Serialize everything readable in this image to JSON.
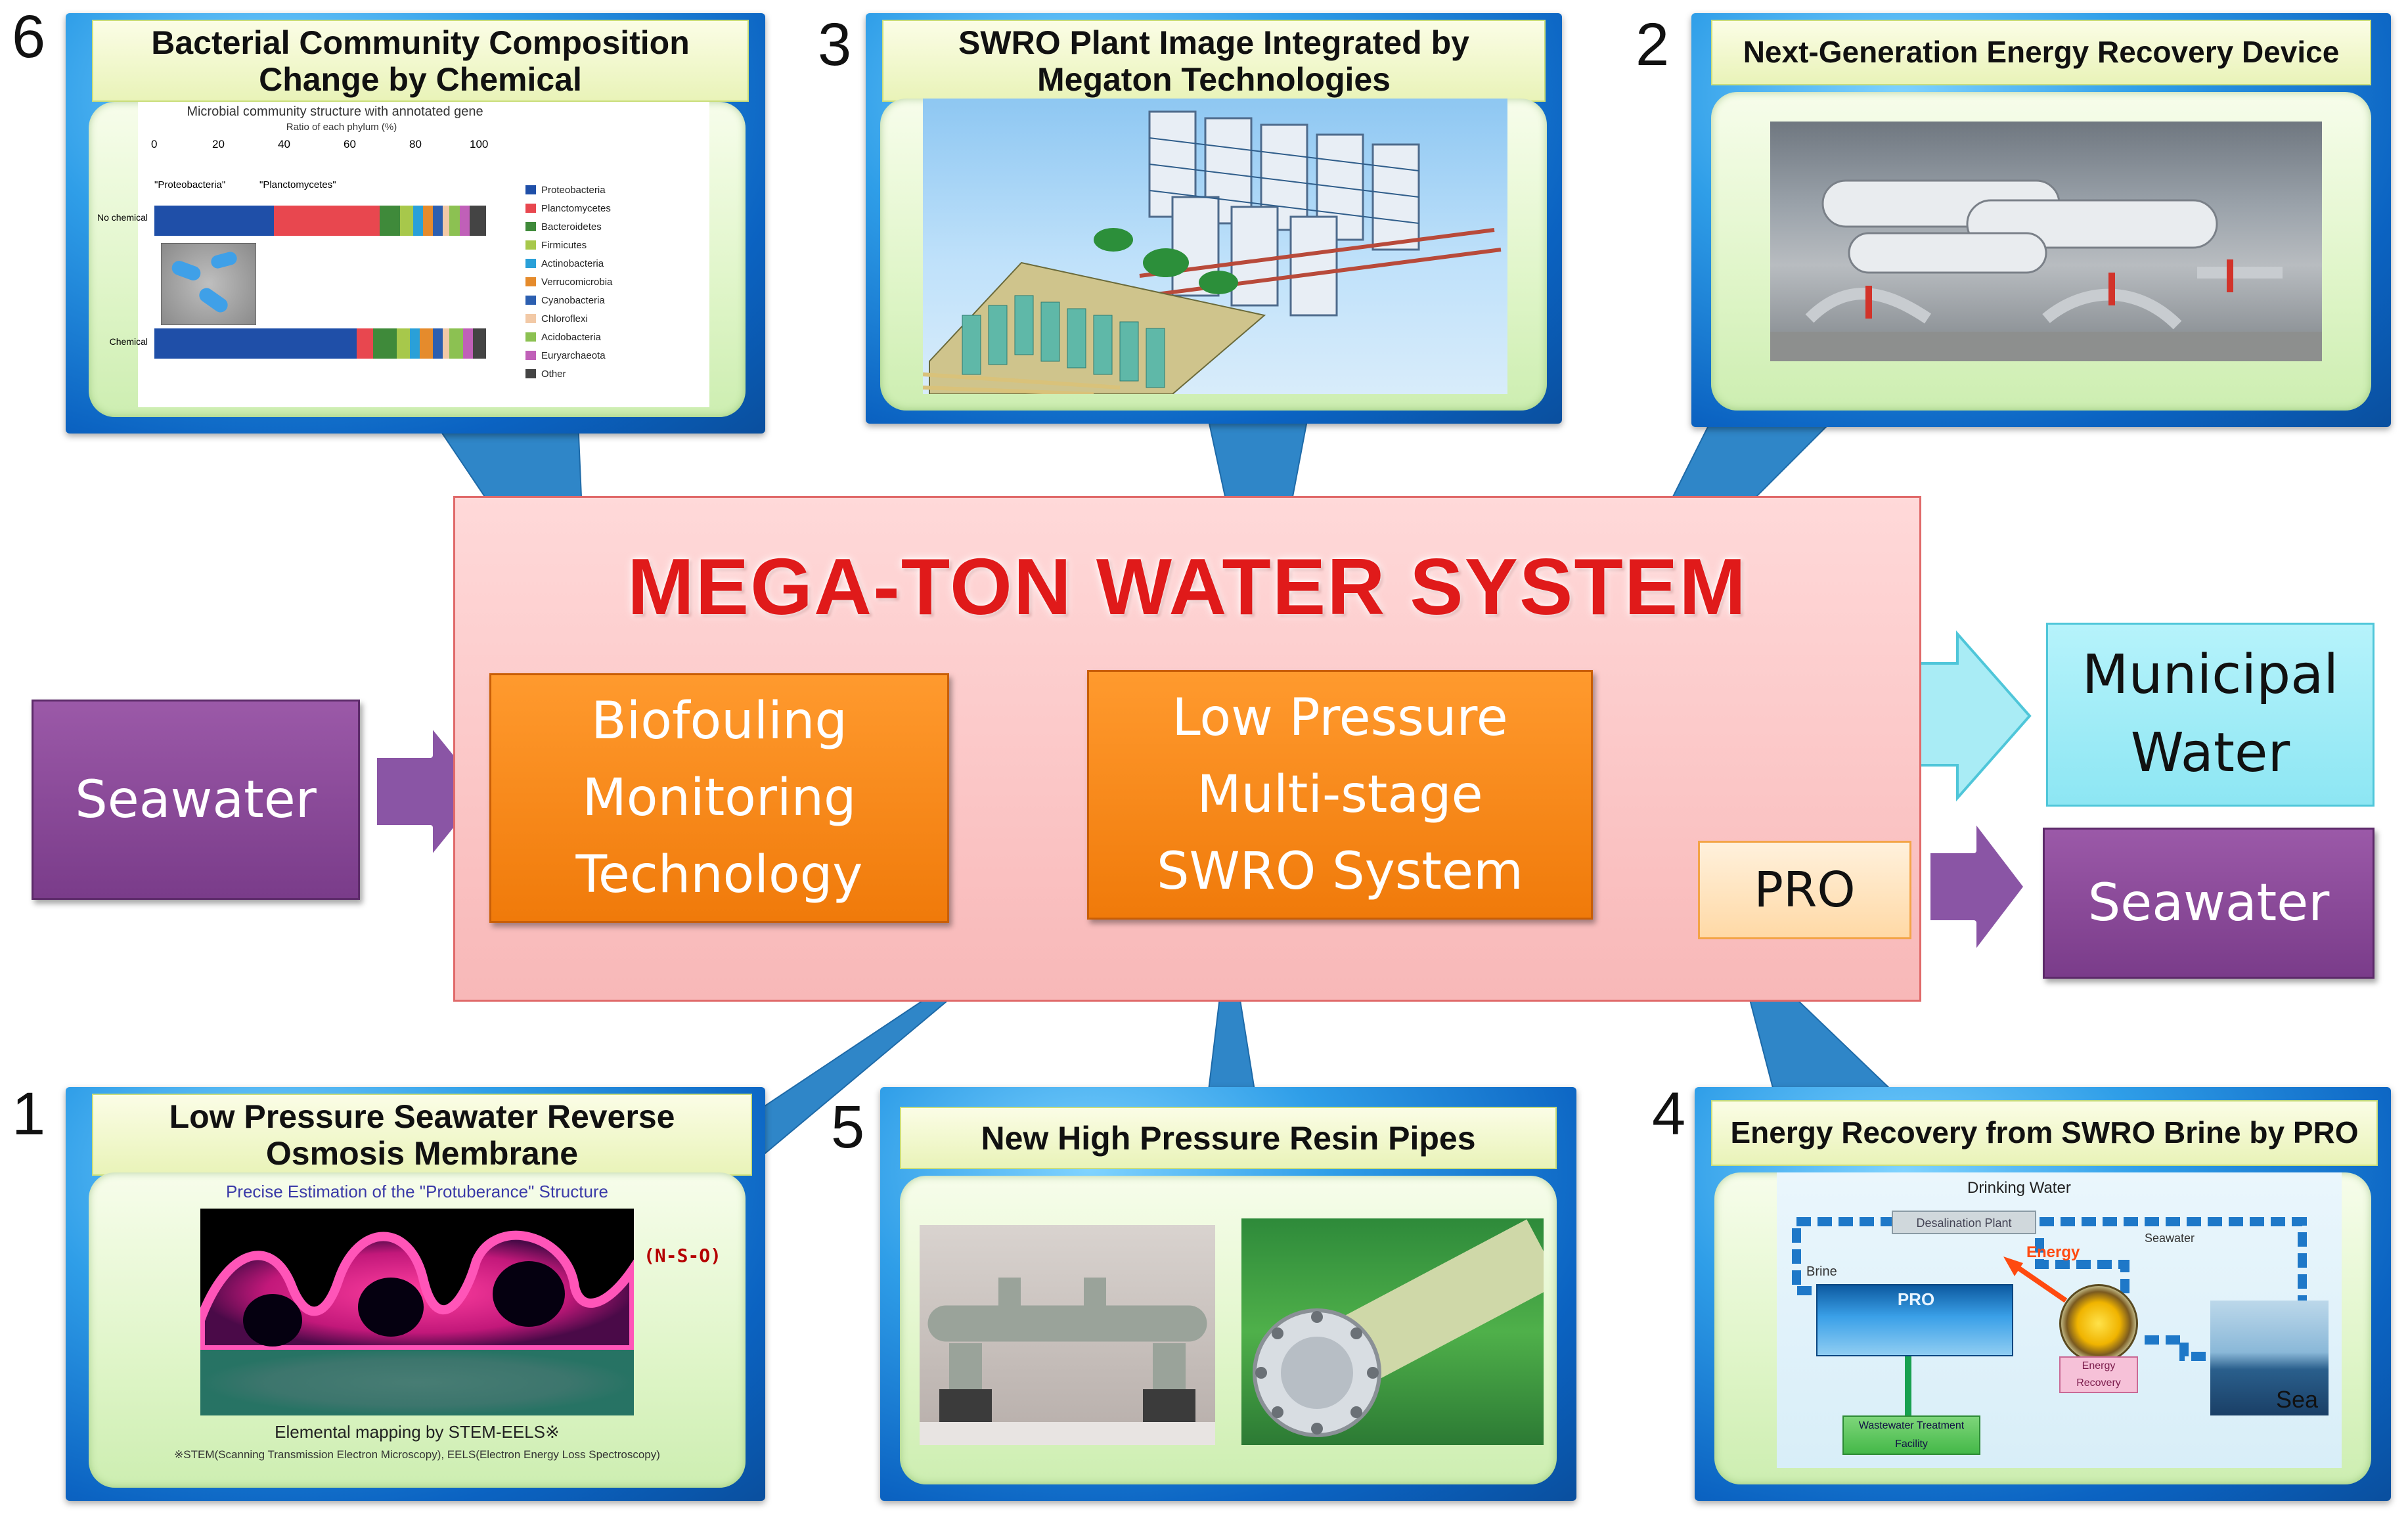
{
  "main": {
    "title": "MEGA-TON WATER SYSTEM",
    "biofouling": [
      "Biofouling",
      "Monitoring",
      "Technology"
    ],
    "swro": [
      "Low Pressure",
      "Multi-stage",
      "SWRO System"
    ],
    "pro": "PRO",
    "seawater_in": "Seawater",
    "seawater_out": "Seawater",
    "municipal": [
      "Municipal",
      "Water"
    ]
  },
  "panels": {
    "p6": {
      "num": "6",
      "title": "Bacterial Community Composition  Change by Chemical"
    },
    "p3": {
      "num": "3",
      "title": "SWRO Plant Image Integrated by Megaton Technologies"
    },
    "p2": {
      "num": "2",
      "title": "Next-Generation Energy Recovery Device"
    },
    "p1": {
      "num": "1",
      "title": "Low Pressure Seawater Reverse Osmosis Membrane"
    },
    "p5": {
      "num": "5",
      "title": "New High  Pressure Resin Pipes"
    },
    "p4": {
      "num": "4",
      "title": "Energy Recovery from SWRO Brine by PRO"
    }
  },
  "microbe_chart": {
    "heading": "Microbial community structure with annotated gene",
    "axis_label": "Ratio of each phylum (%)",
    "ticks": [
      "0",
      "20",
      "40",
      "60",
      "80",
      "100"
    ],
    "rows": [
      "No chemical",
      "Chemical"
    ],
    "callouts": [
      "\"Proteobacteria\"",
      "\"Planctomycetes\""
    ],
    "legend": [
      {
        "name": "Proteobacteria",
        "color": "#1f4fa8"
      },
      {
        "name": "Planctomycetes",
        "color": "#e8474f"
      },
      {
        "name": "Bacteroidetes",
        "color": "#3f8a3a"
      },
      {
        "name": "Firmicutes",
        "color": "#a7c84b"
      },
      {
        "name": "Actinobacteria",
        "color": "#2aa0d8"
      },
      {
        "name": "Verrucomicrobia",
        "color": "#e58b2c"
      },
      {
        "name": "Cyanobacteria",
        "color": "#2c5fb0"
      },
      {
        "name": "Chloroflexi",
        "color": "#f2c9a6"
      },
      {
        "name": "Acidobacteria",
        "color": "#8cc152"
      },
      {
        "name": "Euryarchaeota",
        "color": "#c060b8"
      },
      {
        "name": "Other",
        "color": "#444444"
      }
    ],
    "no_chemical": [
      {
        "color": "#1f4fa8",
        "v": 36
      },
      {
        "color": "#e8474f",
        "v": 32
      },
      {
        "color": "#3f8a3a",
        "v": 6
      },
      {
        "color": "#a7c84b",
        "v": 4
      },
      {
        "color": "#2aa0d8",
        "v": 3
      },
      {
        "color": "#e58b2c",
        "v": 3
      },
      {
        "color": "#2c5fb0",
        "v": 3
      },
      {
        "color": "#f2c9a6",
        "v": 2
      },
      {
        "color": "#8cc152",
        "v": 3
      },
      {
        "color": "#c060b8",
        "v": 3
      },
      {
        "color": "#444444",
        "v": 5
      }
    ],
    "chemical": [
      {
        "color": "#1f4fa8",
        "v": 61
      },
      {
        "color": "#e8474f",
        "v": 5
      },
      {
        "color": "#3f8a3a",
        "v": 7
      },
      {
        "color": "#a7c84b",
        "v": 4
      },
      {
        "color": "#2aa0d8",
        "v": 3
      },
      {
        "color": "#e58b2c",
        "v": 4
      },
      {
        "color": "#2c5fb0",
        "v": 3
      },
      {
        "color": "#f2c9a6",
        "v": 2
      },
      {
        "color": "#8cc152",
        "v": 4
      },
      {
        "color": "#c060b8",
        "v": 3
      },
      {
        "color": "#444444",
        "v": 4
      }
    ]
  },
  "membrane": {
    "heading": "Precise Estimation of the \"Protuberance\" Structure",
    "nso": "(N-S-O)",
    "caption": "Elemental mapping by STEM-EELS※",
    "footnote": "※STEM(Scanning Transmission Electron Microscopy), EELS(Electron Energy Loss Spectroscopy)"
  },
  "pro_diagram": {
    "drinking_water": "Drinking Water",
    "desalination_plant": "Desalination Plant",
    "seawater": "Seawater",
    "brine": "Brine",
    "pro": "PRO",
    "energy": "Energy",
    "energy_recovery": "Energy Recovery",
    "sea": "Sea",
    "wastewater": "Wastewater Treatment Facility"
  }
}
